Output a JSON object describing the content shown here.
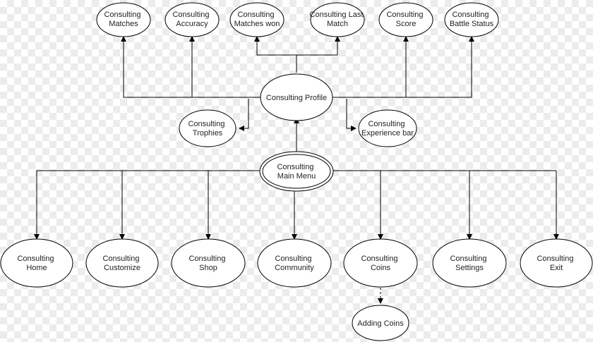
{
  "nodes": {
    "matches": [
      "Consulting",
      "Matches"
    ],
    "accuracy": [
      "Consulting",
      "Accuracy"
    ],
    "matches_won": [
      "Consulting",
      "Matches won"
    ],
    "last_match": [
      "Consulting Last",
      "Match"
    ],
    "score": [
      "Consulting",
      "Score"
    ],
    "battle_status": [
      "Consulting",
      "Battle Status"
    ],
    "profile": [
      "Consulting Profile"
    ],
    "trophies": [
      "Consulting",
      "Trophies"
    ],
    "experience_bar": [
      "Consulting",
      "Experience bar"
    ],
    "main_menu": [
      "Consulting",
      "Main Menu"
    ],
    "home": [
      "Consulting",
      "Home"
    ],
    "customize": [
      "Consulting",
      "Customize"
    ],
    "shop": [
      "Consulting",
      "Shop"
    ],
    "community": [
      "Consulting",
      "Community"
    ],
    "coins": [
      "Consulting",
      "Coins"
    ],
    "settings": [
      "Consulting",
      "Settings"
    ],
    "exit": [
      "Consulting",
      "Exit"
    ],
    "adding_coins": [
      "Adding Coins"
    ]
  },
  "colors": {
    "stroke": "#000000",
    "node_fill": "#ffffff",
    "text": "#222222",
    "checker": "#ececec"
  }
}
